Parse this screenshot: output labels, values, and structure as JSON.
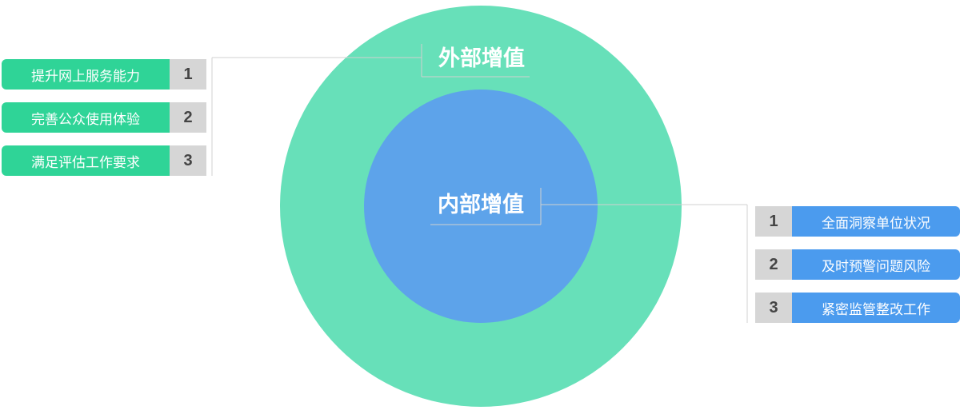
{
  "colors": {
    "outer_circle": "#67e0b9",
    "inner_circle": "#5da3ea",
    "left_label_bg": "#2fd497",
    "right_label_bg": "#4b9bee",
    "number_bg": "#d6d6d6",
    "connector": "#d0d0d0"
  },
  "outer": {
    "title": "外部增值",
    "items": [
      {
        "num": "1",
        "text": "提升网上服务能力"
      },
      {
        "num": "2",
        "text": "完善公众使用体验"
      },
      {
        "num": "3",
        "text": "满足评估工作要求"
      }
    ]
  },
  "inner": {
    "title": "内部增值",
    "items": [
      {
        "num": "1",
        "text": "全面洞察单位状况"
      },
      {
        "num": "2",
        "text": "及时预警问题风险"
      },
      {
        "num": "3",
        "text": "紧密监管整改工作"
      }
    ]
  }
}
